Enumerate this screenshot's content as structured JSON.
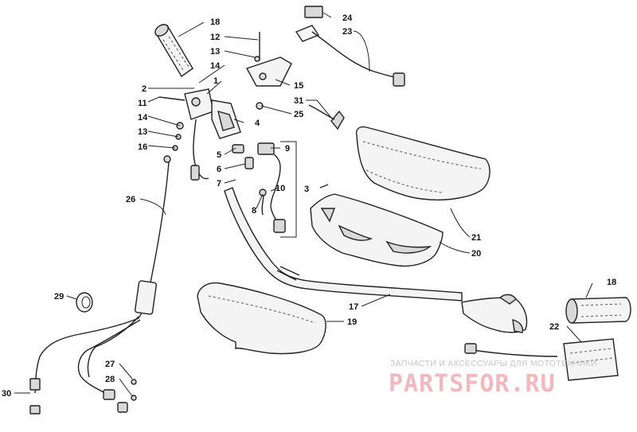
{
  "diagram": {
    "callouts": [
      {
        "id": "c1",
        "text": "1"
      },
      {
        "id": "c2",
        "text": "2"
      },
      {
        "id": "c3",
        "text": "3"
      },
      {
        "id": "c4",
        "text": "4"
      },
      {
        "id": "c5",
        "text": "5"
      },
      {
        "id": "c6",
        "text": "6"
      },
      {
        "id": "c7",
        "text": "7"
      },
      {
        "id": "c8",
        "text": "8"
      },
      {
        "id": "c9",
        "text": "9"
      },
      {
        "id": "c10",
        "text": "10"
      },
      {
        "id": "c11",
        "text": "11"
      },
      {
        "id": "c12",
        "text": "12"
      },
      {
        "id": "c13a",
        "text": "13"
      },
      {
        "id": "c13b",
        "text": "13"
      },
      {
        "id": "c14a",
        "text": "14"
      },
      {
        "id": "c14b",
        "text": "14"
      },
      {
        "id": "c15",
        "text": "15"
      },
      {
        "id": "c16",
        "text": "16"
      },
      {
        "id": "c17",
        "text": "17"
      },
      {
        "id": "c18a",
        "text": "18"
      },
      {
        "id": "c18b",
        "text": "18"
      },
      {
        "id": "c19",
        "text": "19"
      },
      {
        "id": "c20",
        "text": "20"
      },
      {
        "id": "c21",
        "text": "21"
      },
      {
        "id": "c22",
        "text": "22"
      },
      {
        "id": "c23",
        "text": "23"
      },
      {
        "id": "c24",
        "text": "24"
      },
      {
        "id": "c25",
        "text": "25"
      },
      {
        "id": "c26",
        "text": "26"
      },
      {
        "id": "c27",
        "text": "27"
      },
      {
        "id": "c28",
        "text": "28"
      },
      {
        "id": "c29",
        "text": "29"
      },
      {
        "id": "c30",
        "text": "30"
      },
      {
        "id": "c31",
        "text": "31"
      }
    ]
  },
  "watermark": {
    "subtitle": "ЗАПЧАСТИ И АКСЕССУАРЫ ДЛЯ МОТОТЕХНИКИ",
    "brand": "PARTSFOR.RU"
  },
  "colors": {
    "line": "#222222",
    "watermark_brand": "#f2b8bd",
    "watermark_sub": "#c8c8c8"
  }
}
